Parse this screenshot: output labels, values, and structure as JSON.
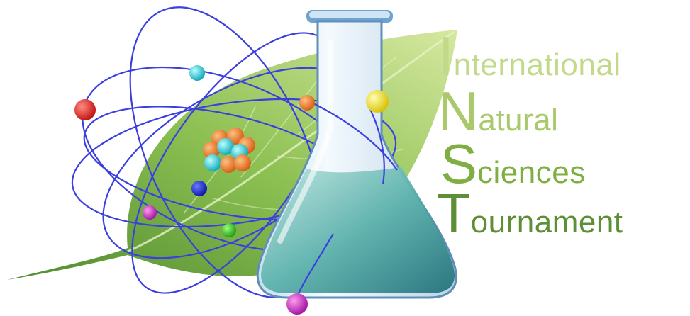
{
  "logo": {
    "lines": [
      {
        "initial": "I",
        "rest": "nternational",
        "color": "#c2d98a"
      },
      {
        "initial": "N",
        "rest": "atural",
        "color": "#a9c96a"
      },
      {
        "initial": "S",
        "rest": "ciences",
        "color": "#7fae43"
      },
      {
        "initial": "T",
        "rest": "ournament",
        "color": "#5e8f37"
      }
    ]
  },
  "colors": {
    "leaf_light": "#c8e08a",
    "leaf_dark": "#5e9a3a",
    "orbit": "#3b3fe0",
    "flask_glass": "#e8f3fb",
    "liquid": "#3e9a9a"
  },
  "icons": [
    "leaf-graphic",
    "atom-graphic",
    "flask-graphic"
  ]
}
